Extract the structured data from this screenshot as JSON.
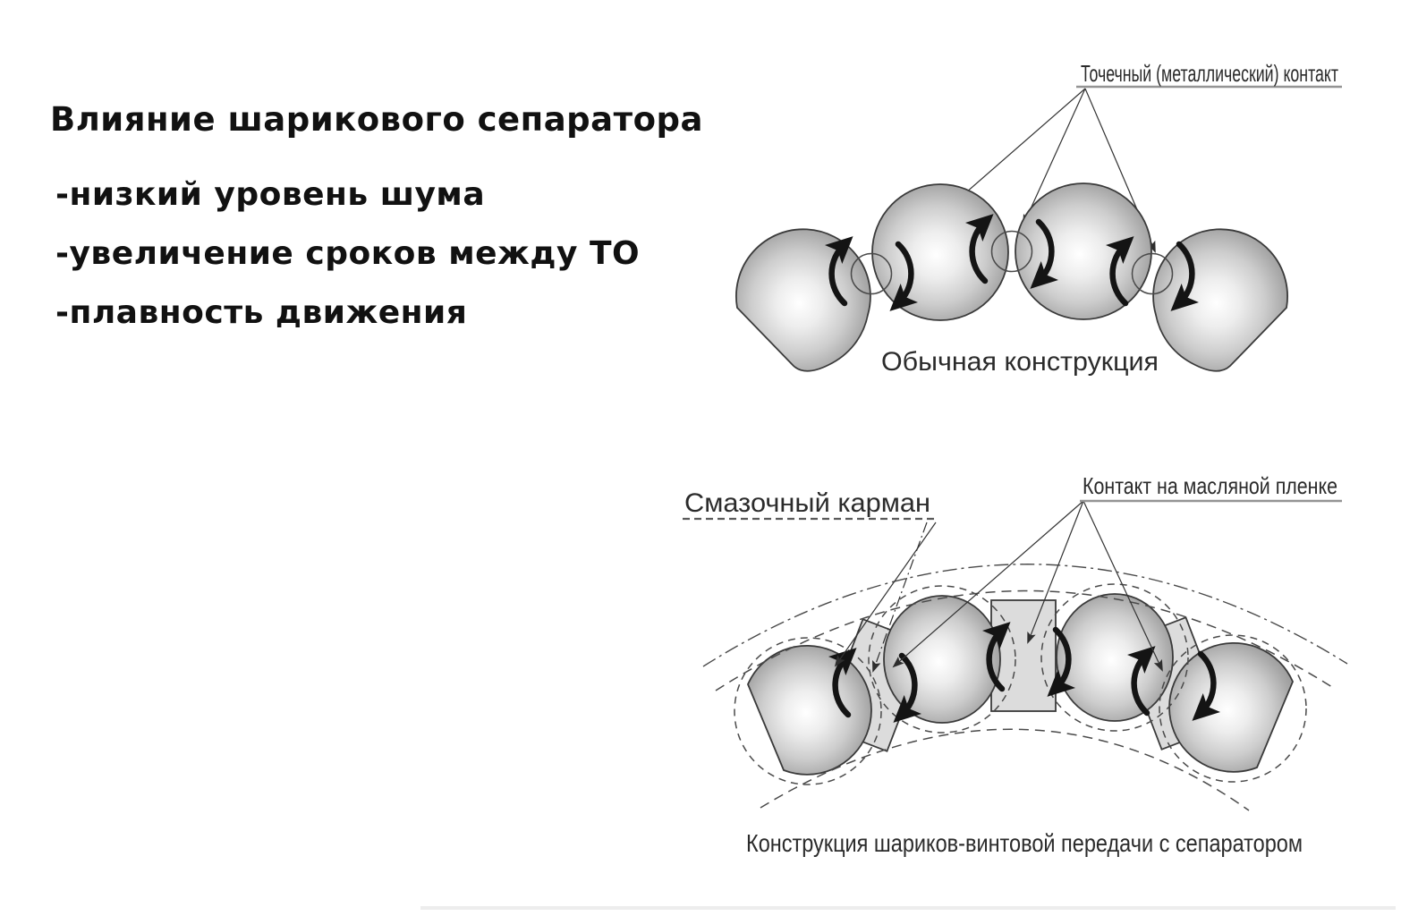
{
  "slide": {
    "title": "Влияние шарикового сепаратора",
    "bullets": [
      "-низкий уровень шума",
      "-увеличение сроков между ТО",
      "-плавность движения"
    ]
  },
  "top_diagram": {
    "label": "Точечный (металлический) контакт",
    "caption": "Обычная конструкция"
  },
  "bottom_diagram": {
    "pocket_label": "Смазочный карман",
    "film_label": "Контакт на масляной пленке",
    "caption": "Конструкция шариков-винтовой передачи с сепаратором"
  },
  "colors": {
    "background": "#ffffff",
    "text_ink": "#111111",
    "caption_ink": "#2b2b2b",
    "diagram_line": "#3a3a3a",
    "ball_edge": "#939393",
    "ball_highlight": "#ffffff",
    "separator_fill": "#dcdcdc",
    "underline_gray": "#949494",
    "arrow_black": "#141414"
  }
}
